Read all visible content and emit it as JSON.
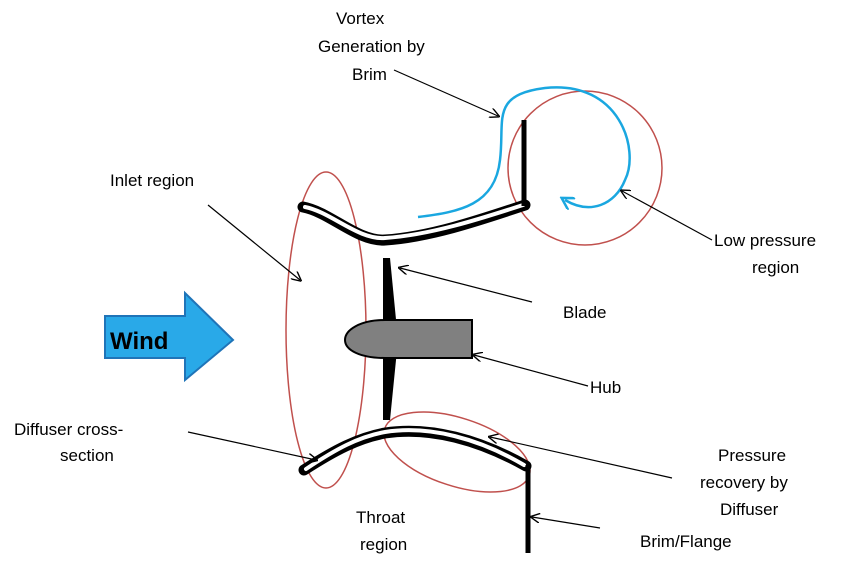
{
  "colors": {
    "line": "#000000",
    "vortex": "#1aa7e0",
    "ellipse": "#c0504d",
    "wind_fill": "#29a9e8",
    "wind_stroke": "#1f74b8",
    "hub_fill": "#808080"
  },
  "labels": {
    "vortex": [
      "Vortex",
      "Generation by",
      "Brim"
    ],
    "inlet": "Inlet region",
    "low_pressure": [
      "Low pressure",
      "region"
    ],
    "blade": "Blade",
    "wind": "Wind",
    "hub": "Hub",
    "diffuser_cross": [
      "Diffuser cross-",
      "section"
    ],
    "pressure_recovery": [
      "Pressure",
      "recovery by",
      "Diffuser"
    ],
    "throat": [
      "Throat",
      "region"
    ],
    "brim_flange": "Brim/Flange"
  }
}
